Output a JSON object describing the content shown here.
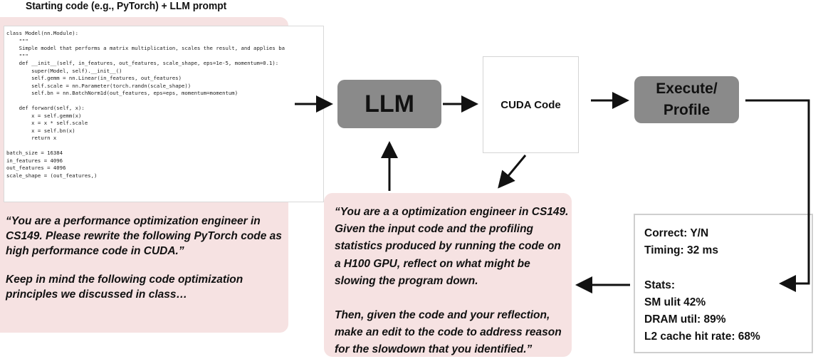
{
  "heading": "Starting code (e.g., PyTorch) + LLM prompt",
  "code": {
    "lines": [
      "class Model(nn.Module):",
      "    \"\"\"",
      "    Simple model that performs a matrix multiplication, scales the result, and applies ba",
      "    \"\"\"",
      "    def __init__(self, in_features, out_features, scale_shape, eps=1e-5, momentum=0.1):",
      "        super(Model, self).__init__()",
      "        self.gemm = nn.Linear(in_features, out_features)",
      "        self.scale = nn.Parameter(torch.randn(scale_shape))",
      "        self.bn = nn.BatchNorm1d(out_features, eps=eps, momentum=momentum)",
      "",
      "    def forward(self, x):",
      "        x = self.gemm(x)",
      "        x = x * self.scale",
      "        x = self.bn(x)",
      "        return x",
      "",
      "batch_size = 16384",
      "in_features = 4096",
      "out_features = 4096",
      "scale_shape = (out_features,)"
    ]
  },
  "prompt_left": {
    "p1": "“You are a performance optimization engineer in CS149.  Please rewrite the following PyTorch code as high performance code in CUDA.”",
    "p2": "Keep in mind the following code optimization principles we discussed in class…"
  },
  "llm_label": "LLM",
  "cuda_label": "CUDA Code",
  "execute_label_1": "Execute/",
  "execute_label_2": "Profile",
  "prompt_mid": {
    "p1": "“You are a a optimization engineer in CS149.  Given the input code and the profiling statistics produced by running the code on a H100 GPU, reflect on what might be slowing the program down.",
    "p2": "Then, given the code and your reflection, make an edit to the code to address reason for the slowdown that you identified.”"
  },
  "stats": {
    "correct": "Correct: Y/N",
    "timing": "Timing: 32 ms",
    "stats_label": "Stats:",
    "sm": "SM ulit 42%",
    "dram": "DRAM util: 89%",
    "l2": "L2 cache hit rate: 68%"
  },
  "colors": {
    "pink_panel": "#f6e2e2",
    "gray_box": "#8a8a8a",
    "arrow": "#111111"
  }
}
